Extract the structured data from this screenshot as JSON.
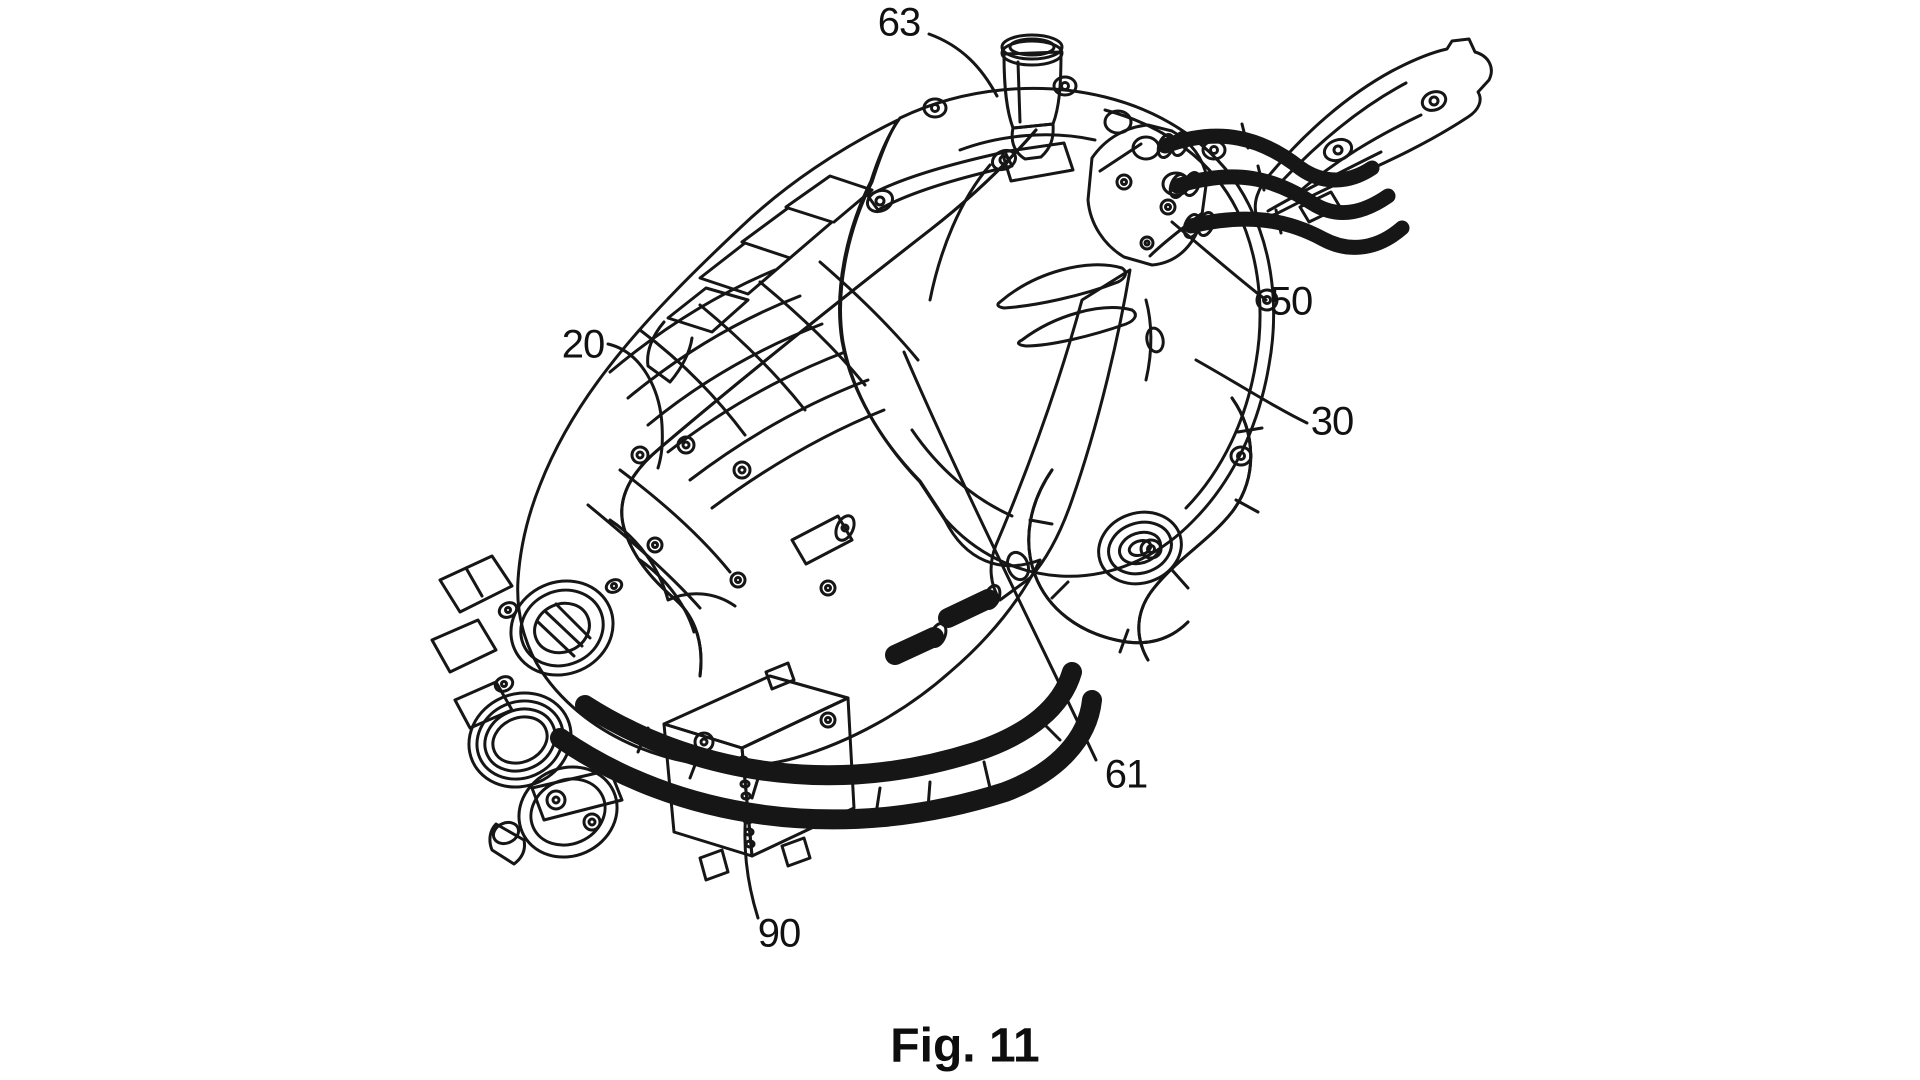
{
  "figure": {
    "caption": "Fig. 11"
  },
  "reference_labels": [
    {
      "text": "63"
    },
    {
      "text": "50"
    },
    {
      "text": "30"
    },
    {
      "text": "20"
    },
    {
      "text": "61"
    },
    {
      "text": "90"
    }
  ],
  "colors": {
    "background": "#ffffff",
    "line_ink": "#161616",
    "cooler_fill": "#121212"
  }
}
